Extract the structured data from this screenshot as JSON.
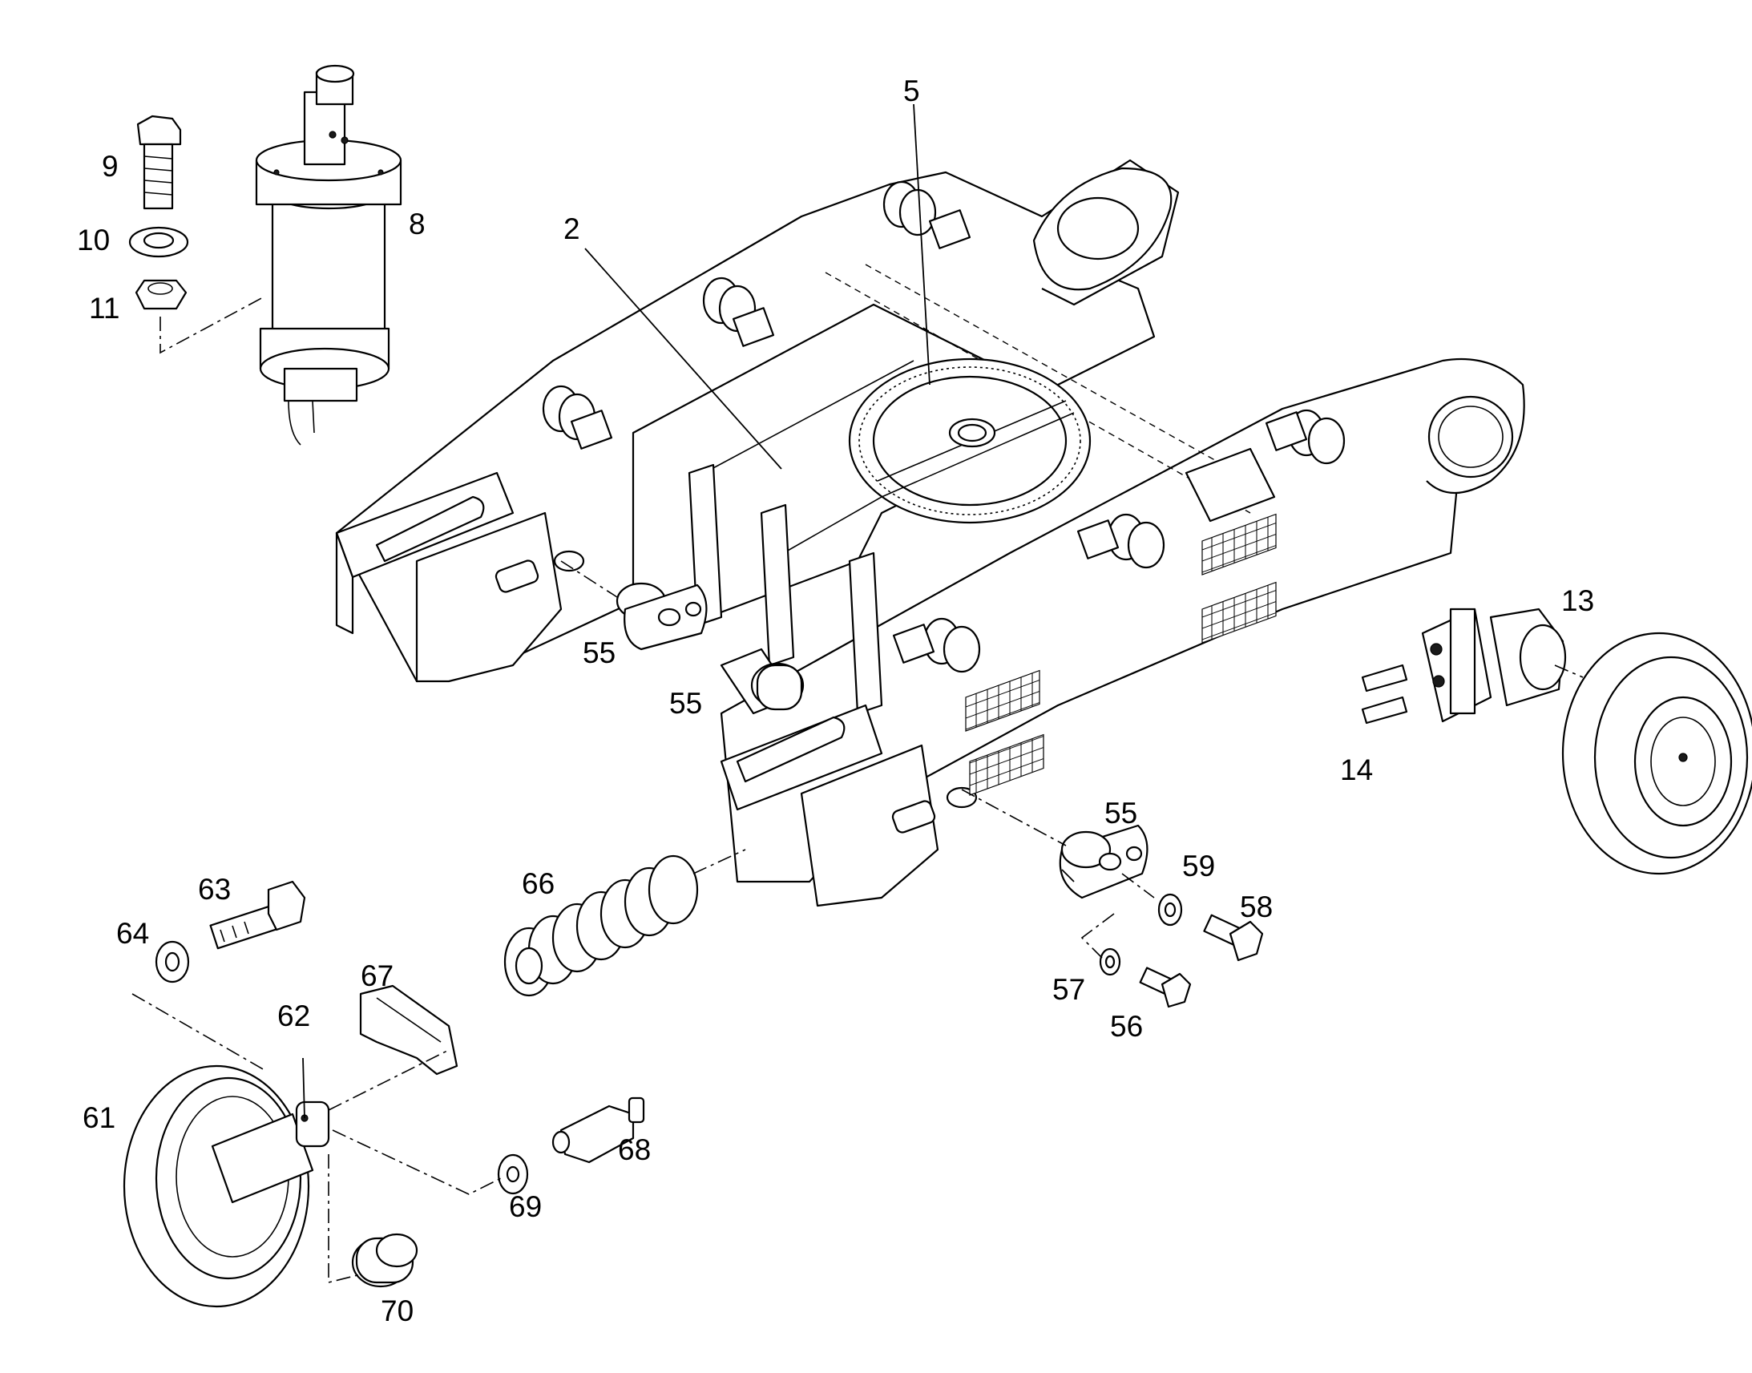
{
  "callouts": [
    {
      "key": "c9",
      "text": "9"
    },
    {
      "key": "c10",
      "text": "10"
    },
    {
      "key": "c11",
      "text": "11"
    },
    {
      "key": "c8",
      "text": "8"
    },
    {
      "key": "c5",
      "text": "5"
    },
    {
      "key": "c2",
      "text": "2"
    },
    {
      "key": "c13",
      "text": "13"
    },
    {
      "key": "c14",
      "text": "14"
    },
    {
      "key": "c55a",
      "text": "55"
    },
    {
      "key": "c55b",
      "text": "55"
    },
    {
      "key": "c55c",
      "text": "55"
    },
    {
      "key": "c59",
      "text": "59"
    },
    {
      "key": "c58",
      "text": "58"
    },
    {
      "key": "c57",
      "text": "57"
    },
    {
      "key": "c56",
      "text": "56"
    },
    {
      "key": "c66",
      "text": "66"
    },
    {
      "key": "c63",
      "text": "63"
    },
    {
      "key": "c64",
      "text": "64"
    },
    {
      "key": "c67",
      "text": "67"
    },
    {
      "key": "c62",
      "text": "62"
    },
    {
      "key": "c61",
      "text": "61"
    },
    {
      "key": "c68",
      "text": "68"
    },
    {
      "key": "c69",
      "text": "69"
    },
    {
      "key": "c70",
      "text": "70"
    }
  ]
}
